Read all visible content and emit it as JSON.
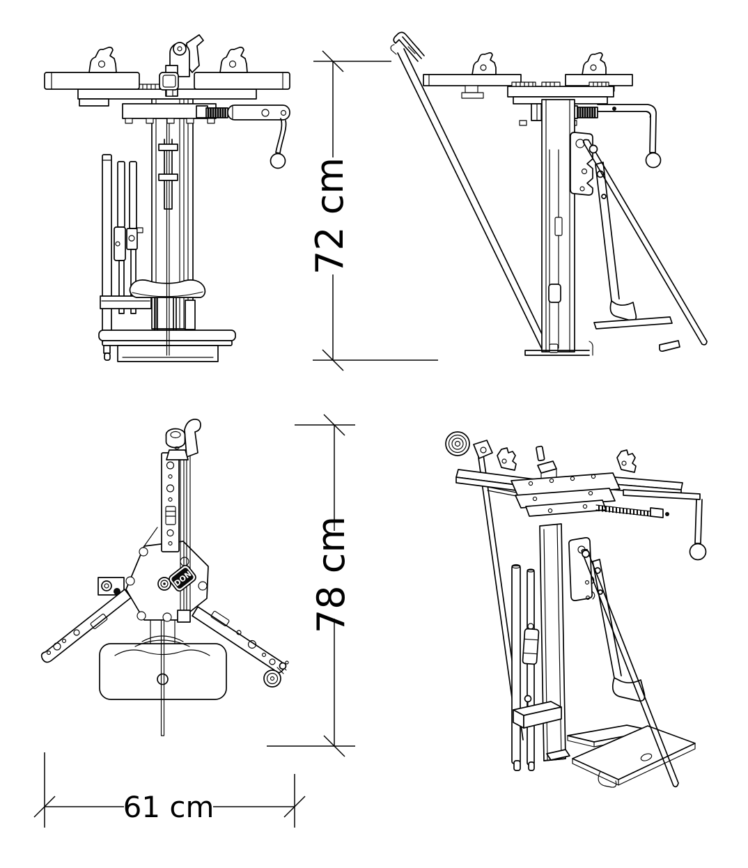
{
  "page": {
    "background": "#ffffff",
    "ink_color": "#000000"
  },
  "dimensions": {
    "height": {
      "label": "72 cm",
      "orientation": "vertical"
    },
    "depth": {
      "label": "78 cm",
      "orientation": "vertical"
    },
    "width": {
      "label": "61 cm",
      "orientation": "horizontal"
    }
  },
  "logo": {
    "text": "DON"
  }
}
